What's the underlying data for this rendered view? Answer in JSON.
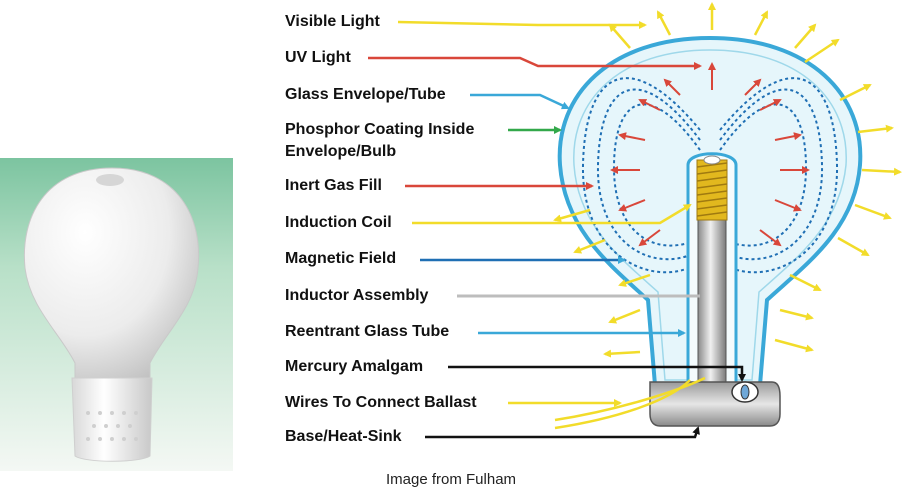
{
  "labels": {
    "visible_light": "Visible Light",
    "uv_light": "UV Light",
    "glass_envelope": "Glass Envelope/Tube",
    "phosphor_line1": "Phosphor Coating Inside",
    "phosphor_line2": "Envelope/Bulb",
    "inert_gas": "Inert Gas Fill",
    "induction_coil": "Induction Coil",
    "magnetic_field": "Magnetic Field",
    "inductor_assembly": "Inductor Assembly",
    "reentrant_tube": "Reentrant Glass Tube",
    "mercury_amalgam": "Mercury Amalgam",
    "wires_ballast": "Wires To Connect Ballast",
    "base_heat_sink": "Base/Heat-Sink"
  },
  "credit": "Image from Fulham",
  "colors": {
    "visible_light": "#f2dc2a",
    "uv_light": "#d9473a",
    "glass": "#3aa8d8",
    "phosphor": "#33a84a",
    "magnetic_field": "#1f6fb4",
    "inductor": "#bdbdbd",
    "black": "#111111"
  },
  "icons": {
    "photo": "induction-bulb-photo",
    "diagram": "induction-lamp-cutaway"
  }
}
